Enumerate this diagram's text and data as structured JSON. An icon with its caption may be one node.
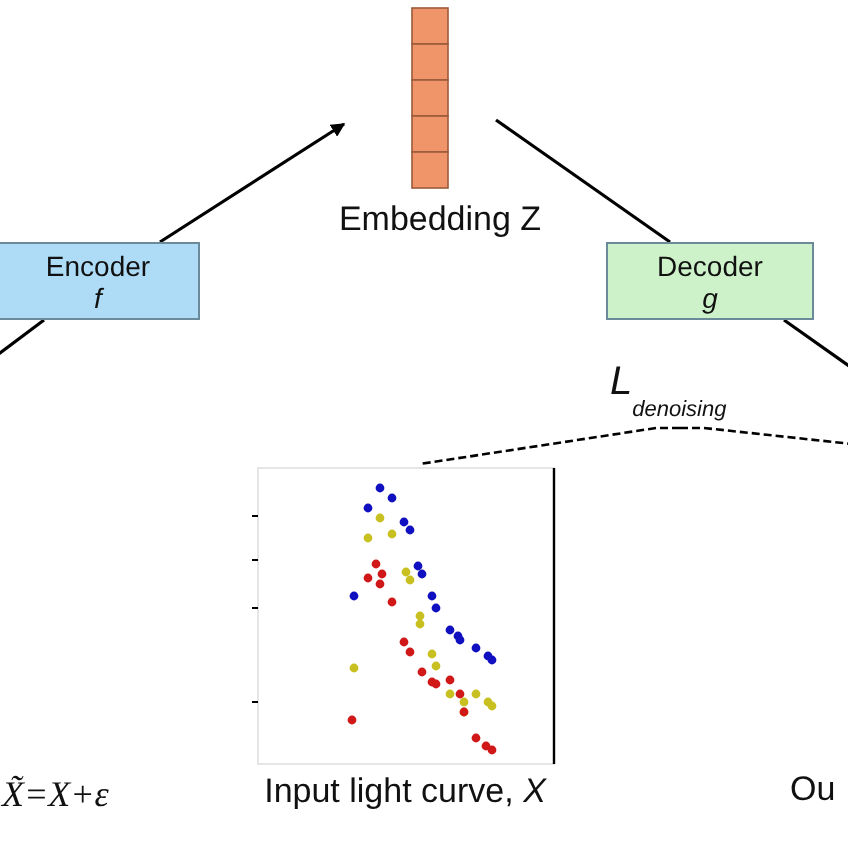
{
  "diagram": {
    "nodes": [
      {
        "text": [
          "Encoder",
          "f"
        ]
      },
      {
        "text": [
          "Embedding Z"
        ]
      },
      {
        "text": [
          "Decoder",
          "g"
        ]
      },
      {
        "text": [
          "Input light curve, *X*"
        ]
      },
      {
        "text": [
          "L$_{denoising}$"
        ]
      }
    ],
    "edges": [
      {
        "from": null,
        "to": 0,
        "arrow": "none"
      },
      {
        "from": 0,
        "to": 1,
        "arrow": "to"
      },
      {
        "from": 1,
        "to": 2,
        "arrow": "none"
      },
      {
        "from": 2,
        "to": null,
        "arrow": "none"
      },
      {
        "from": 4,
        "to": 3,
        "arrow": "none",
        "style": "dashed"
      },
      {
        "from": 4,
        "to": null,
        "arrow": "none",
        "style": "dashed"
      }
    ],
    "labels": [
      "X̃=X+ε",
      "Ou"
    ]
  }
}
